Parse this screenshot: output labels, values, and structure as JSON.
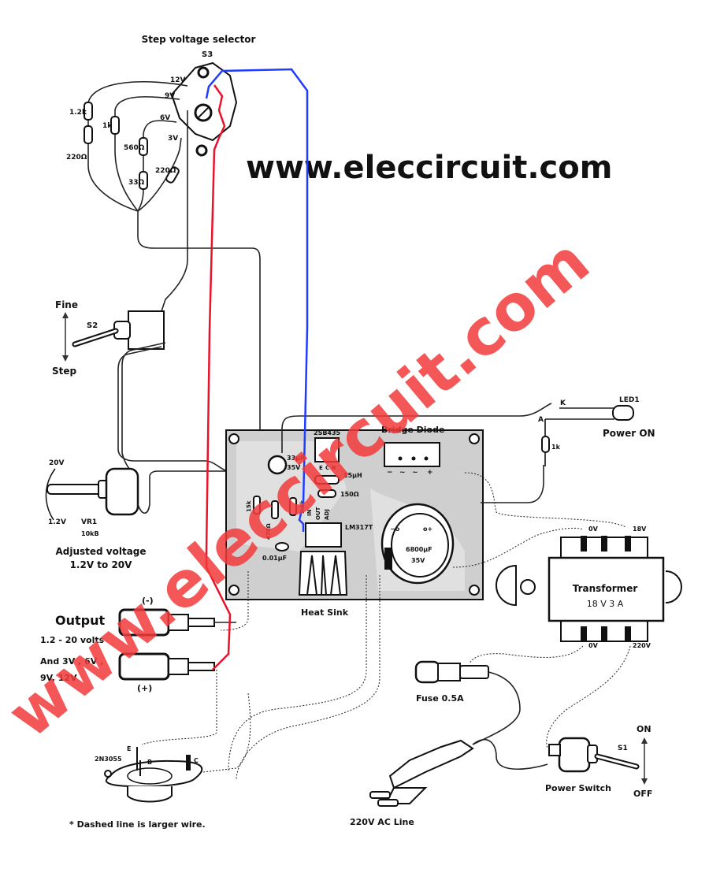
{
  "title": "Step voltage selector",
  "watermark": {
    "top": "www.eleccircuit.com",
    "diagonal": "www.eleccircuit.com",
    "color": "#f23a3a"
  },
  "wire_colors": {
    "red": "#e8122a",
    "blue": "#1f3cff"
  },
  "selector": {
    "ref": "S3",
    "positions": [
      "12V",
      "9V",
      "6V",
      "3V"
    ],
    "resistors": [
      "1.2k",
      "220Ω",
      "1k",
      "560Ω",
      "33Ω",
      "220Ω"
    ]
  },
  "mode_switch": {
    "ref": "S2",
    "up": "Fine",
    "down": "Step"
  },
  "pot": {
    "ref": "VR1",
    "value": "10kB",
    "max": "20V",
    "min": "1.2V",
    "caption_1": "Adjusted voltage",
    "caption_2": "1.2V to 20V"
  },
  "pcb": {
    "transistor": "2SB435",
    "transistor_pins": [
      "E",
      "C",
      "B"
    ],
    "cap_small": [
      "33µF",
      "35V"
    ],
    "inductor": "15µH",
    "r150": "150Ω",
    "r15k": "15k",
    "r470": "470Ω",
    "r5k6": "5.6k",
    "cap_001": "0.01µF",
    "regulator": "LM317T",
    "reg_pins": [
      "IN",
      "OUT",
      "ADJ"
    ],
    "bridge": "Bridge Diode",
    "bridge_pins": [
      "−",
      "~",
      "~",
      "+"
    ],
    "cap_big": [
      "6800µF",
      "35V"
    ],
    "cap_big_pins": [
      "−o",
      "o+"
    ],
    "heatsink": "Heat Sink"
  },
  "led": {
    "ref": "LED1",
    "k": "K",
    "a": "A",
    "resistor": "1k",
    "caption": "Power ON"
  },
  "transformer": {
    "title": "Transformer",
    "rating": "18 V 3 A",
    "sec_0": "0V",
    "sec_18": "18V",
    "pri_0": "0V",
    "pri_220": "220V"
  },
  "output": {
    "title": "Output",
    "neg": "(-)",
    "pos": "(+)",
    "line1": "1.2 - 20 volts",
    "line2": "And 3V , 6V ,",
    "line3": "9V, 12V"
  },
  "power_transistor": {
    "part": "2N3055",
    "e": "E",
    "b": "B",
    "c": "C"
  },
  "fuse": "Fuse 0.5A",
  "ac_line": "220V AC Line",
  "power_switch": {
    "ref": "S1",
    "caption": "Power Switch",
    "on": "ON",
    "off": "OFF"
  },
  "note": "* Dashed line is larger wire."
}
